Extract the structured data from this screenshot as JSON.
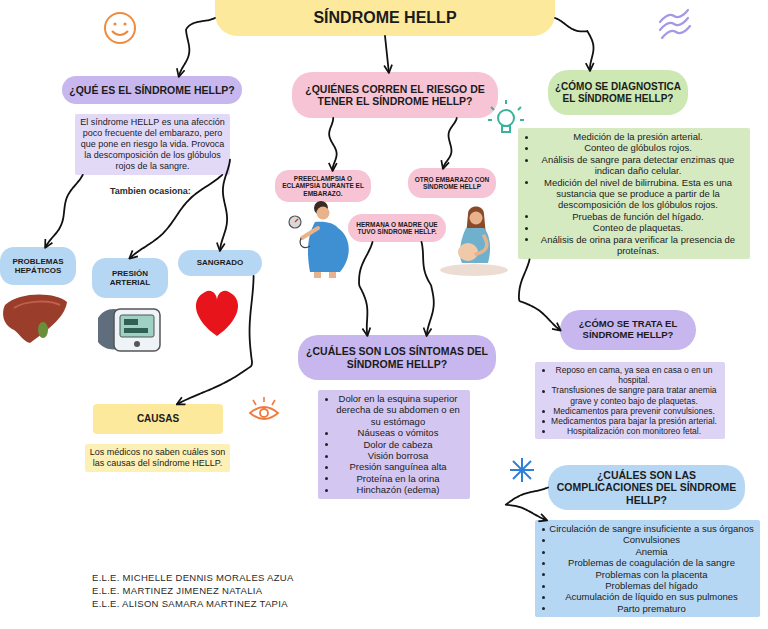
{
  "diagram": {
    "nodes": [
      {
        "text": [
          "SÍNDROME HELLP"
        ]
      },
      {
        "text": [
          "¿QUÉ ES EL SÍNDROME HELLP?"
        ]
      },
      {
        "text": [
          "El síndrome HELLP es una afección poco frecuente del embarazo, pero que pone en riesgo la vida. Provoca la descomposición de los glóbulos rojos de la sangre."
        ]
      },
      {
        "text": [
          "PROBLEMAS HEPÁTICOS"
        ]
      },
      {
        "text": [
          "PRESIÓN ARTERIAL"
        ]
      },
      {
        "text": [
          "SANGRADO"
        ]
      },
      {
        "text": [
          "CAUSAS"
        ]
      },
      {
        "text": [
          "Los médicos no saben cuáles son las causas del síndrome HELLP."
        ]
      },
      {
        "text": [
          "¿QUIÉNES CORREN EL RIESGO DE TENER EL SÍNDROME HELLP?"
        ]
      },
      {
        "text": [
          "PREECLAMPSIA O ECLAMPSIA DURANTE EL EMBARAZO."
        ]
      },
      {
        "text": [
          "OTRO EMBARAZO CON SÍNDROME HELLP"
        ]
      },
      {
        "text": [
          "HERMANA O MADRE QUE TUVO SÍNDROME HELLP."
        ]
      },
      {
        "text": [
          "¿CÓMO SE DIAGNOSTICA EL SÍNDROME HELLP?"
        ]
      },
      {
        "text": [
          "Medición de la presión arterial.",
          "Conteo de glóbulos rojos.",
          "Análisis de sangre para detectar enzimas que indican daño celular.",
          "Medición del nivel de bilirrubina. Esta es una sustancia que se produce a partir de la descomposición de los glóbulos rojos.",
          "Pruebas de función del hígado.",
          "Conteo de plaquetas.",
          "Análisis de orina para verificar la presencia de proteínas."
        ]
      },
      {
        "text": [
          "¿CUÁLES SON LOS SÍNTOMAS DEL SÍNDROME HELLP?"
        ]
      },
      {
        "text": [
          "Dolor en la esquina superior derecha de su abdomen o en su estómago",
          "Náuseas o vómitos",
          "Dolor de cabeza",
          "Visión borrosa",
          "Presión sanguínea alta",
          "Proteína en la orina",
          "Hinchazón (edema)"
        ]
      },
      {
        "text": [
          "¿CÓMO SE TRATA EL SÍNDROME HELLP?"
        ]
      },
      {
        "text": [
          "Reposo en cama, ya sea en casa o en un hospital.",
          "Transfusiones de sangre para tratar anemia grave y conteo bajo de plaquetas.",
          "Medicamentos para prevenir convulsiones.",
          "Medicamentos para bajar la presión arterial.",
          "Hospitalización con monitoreo fetal."
        ]
      },
      {
        "text": [
          "¿CUÁLES SON LAS COMPLICACIONES DEL SÍNDROME HELLP?"
        ]
      },
      {
        "text": [
          "Circulación de sangre insuficiente a sus órganos",
          "Convulsiones",
          "Anemia",
          "Problemas de coagulación de la sangre",
          "Problemas con la placenta",
          "Problemas del hígado",
          "Acumulación de líquido en sus pulmones",
          "Parto prematuro"
        ]
      }
    ],
    "edges": [
      {
        "from": 0,
        "to": 1,
        "arrow": "to"
      },
      {
        "from": 0,
        "to": 8,
        "arrow": "to"
      },
      {
        "from": 0,
        "to": 12,
        "arrow": "to"
      },
      {
        "from": 2,
        "to": 3,
        "arrow": "to"
      },
      {
        "from": 2,
        "to": 4,
        "arrow": "to"
      },
      {
        "from": 2,
        "to": 5,
        "arrow": "to"
      },
      {
        "from": 5,
        "to": 6,
        "arrow": "to"
      },
      {
        "from": 8,
        "to": 9,
        "arrow": "to"
      },
      {
        "from": 8,
        "to": 10,
        "arrow": "to"
      },
      {
        "from": 11,
        "to": 14,
        "arrow": "to"
      },
      {
        "from": 11,
        "to": 14,
        "arrow": "to"
      },
      {
        "from": 13,
        "to": 16,
        "arrow": "to"
      },
      {
        "from": 18,
        "to": 19,
        "arrow": "to"
      }
    ],
    "labels": [
      "Tambien ocasiona:",
      "E.L.E. MICHELLE DENNIS MORALES AZUA",
      "E.L.E. MARTINEZ JIMENEZ NATALIA",
      "E.L.E. ALISON SAMARA MARTINEZ TAPIA"
    ]
  }
}
